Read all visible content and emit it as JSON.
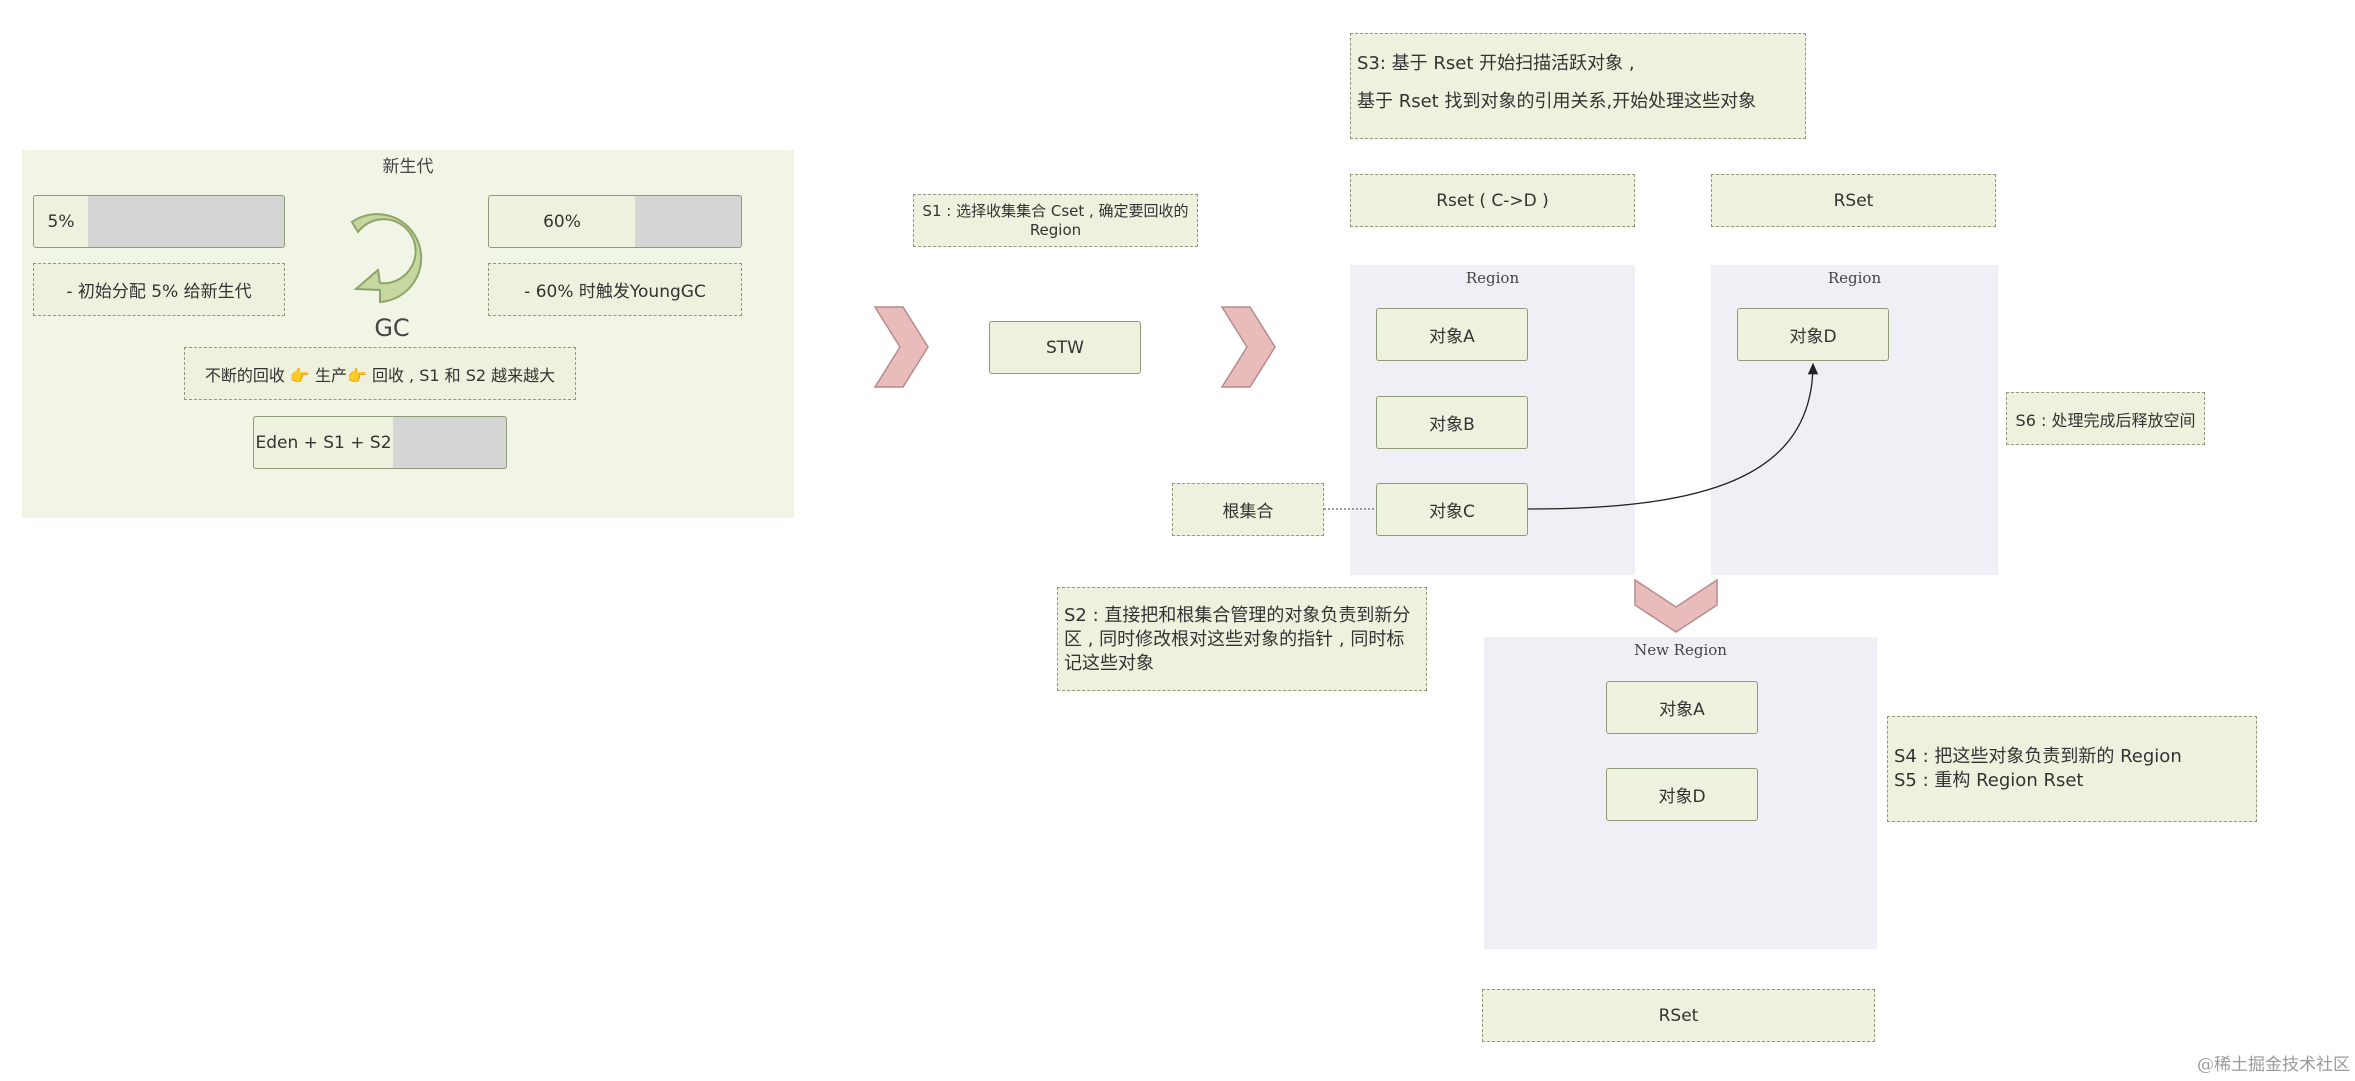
{
  "young_gen": {
    "title": "新生代",
    "pct_5": "5%",
    "pct_60": "60%",
    "note_init": "- 初始分配 5% 给新生代",
    "note_60": "- 60% 时触发YoungGC",
    "gc_label": "GC",
    "cycle_note": "不断的回收 👉 生产👉 回收 , S1 和 S2 越来越大",
    "eden": "Eden + S1 + S2"
  },
  "flow": {
    "s1_note": "S1 : 选择收集集合 Cset , 确定要回收的 Region",
    "stw": "STW"
  },
  "s3_note": {
    "line1": "S3:  基于 Rset 开始扫描活跃对象  ,",
    "line2": "基于 Rset 找到对象的引用关系,开始处理这些对象"
  },
  "rset_left": "Rset  ( C->D )",
  "rset_right": "RSet",
  "region_left": {
    "title": "Region",
    "objects": [
      "对象A",
      "对象B",
      "对象C"
    ]
  },
  "region_right": {
    "title": "Region",
    "object": "对象D"
  },
  "root_set": "根集合",
  "s6_note": "S6 : 处理完成后释放空间",
  "s2_note": "S2 : 直接把和根集合管理的对象负责到新分区 ,  同时修改根对这些对象的指针 , 同时标记这些对象",
  "new_region": {
    "title": "New Region",
    "objects": [
      "对象A",
      "对象D"
    ]
  },
  "s45_note": {
    "line1": "S4 : 把这些对象负责到新的 Region",
    "line2": "S5 : 重构 Region Rset"
  },
  "rset_bottom": "RSet",
  "watermark": "@稀土掘金技术社区",
  "colors": {
    "box_fill": "#edf1dd",
    "box_border": "#8f9a78",
    "panel_fill": "#f1f5e6",
    "region_fill": "#f1eff6",
    "chevron": "#e9bcbc",
    "gray": "#d5d5d5"
  }
}
